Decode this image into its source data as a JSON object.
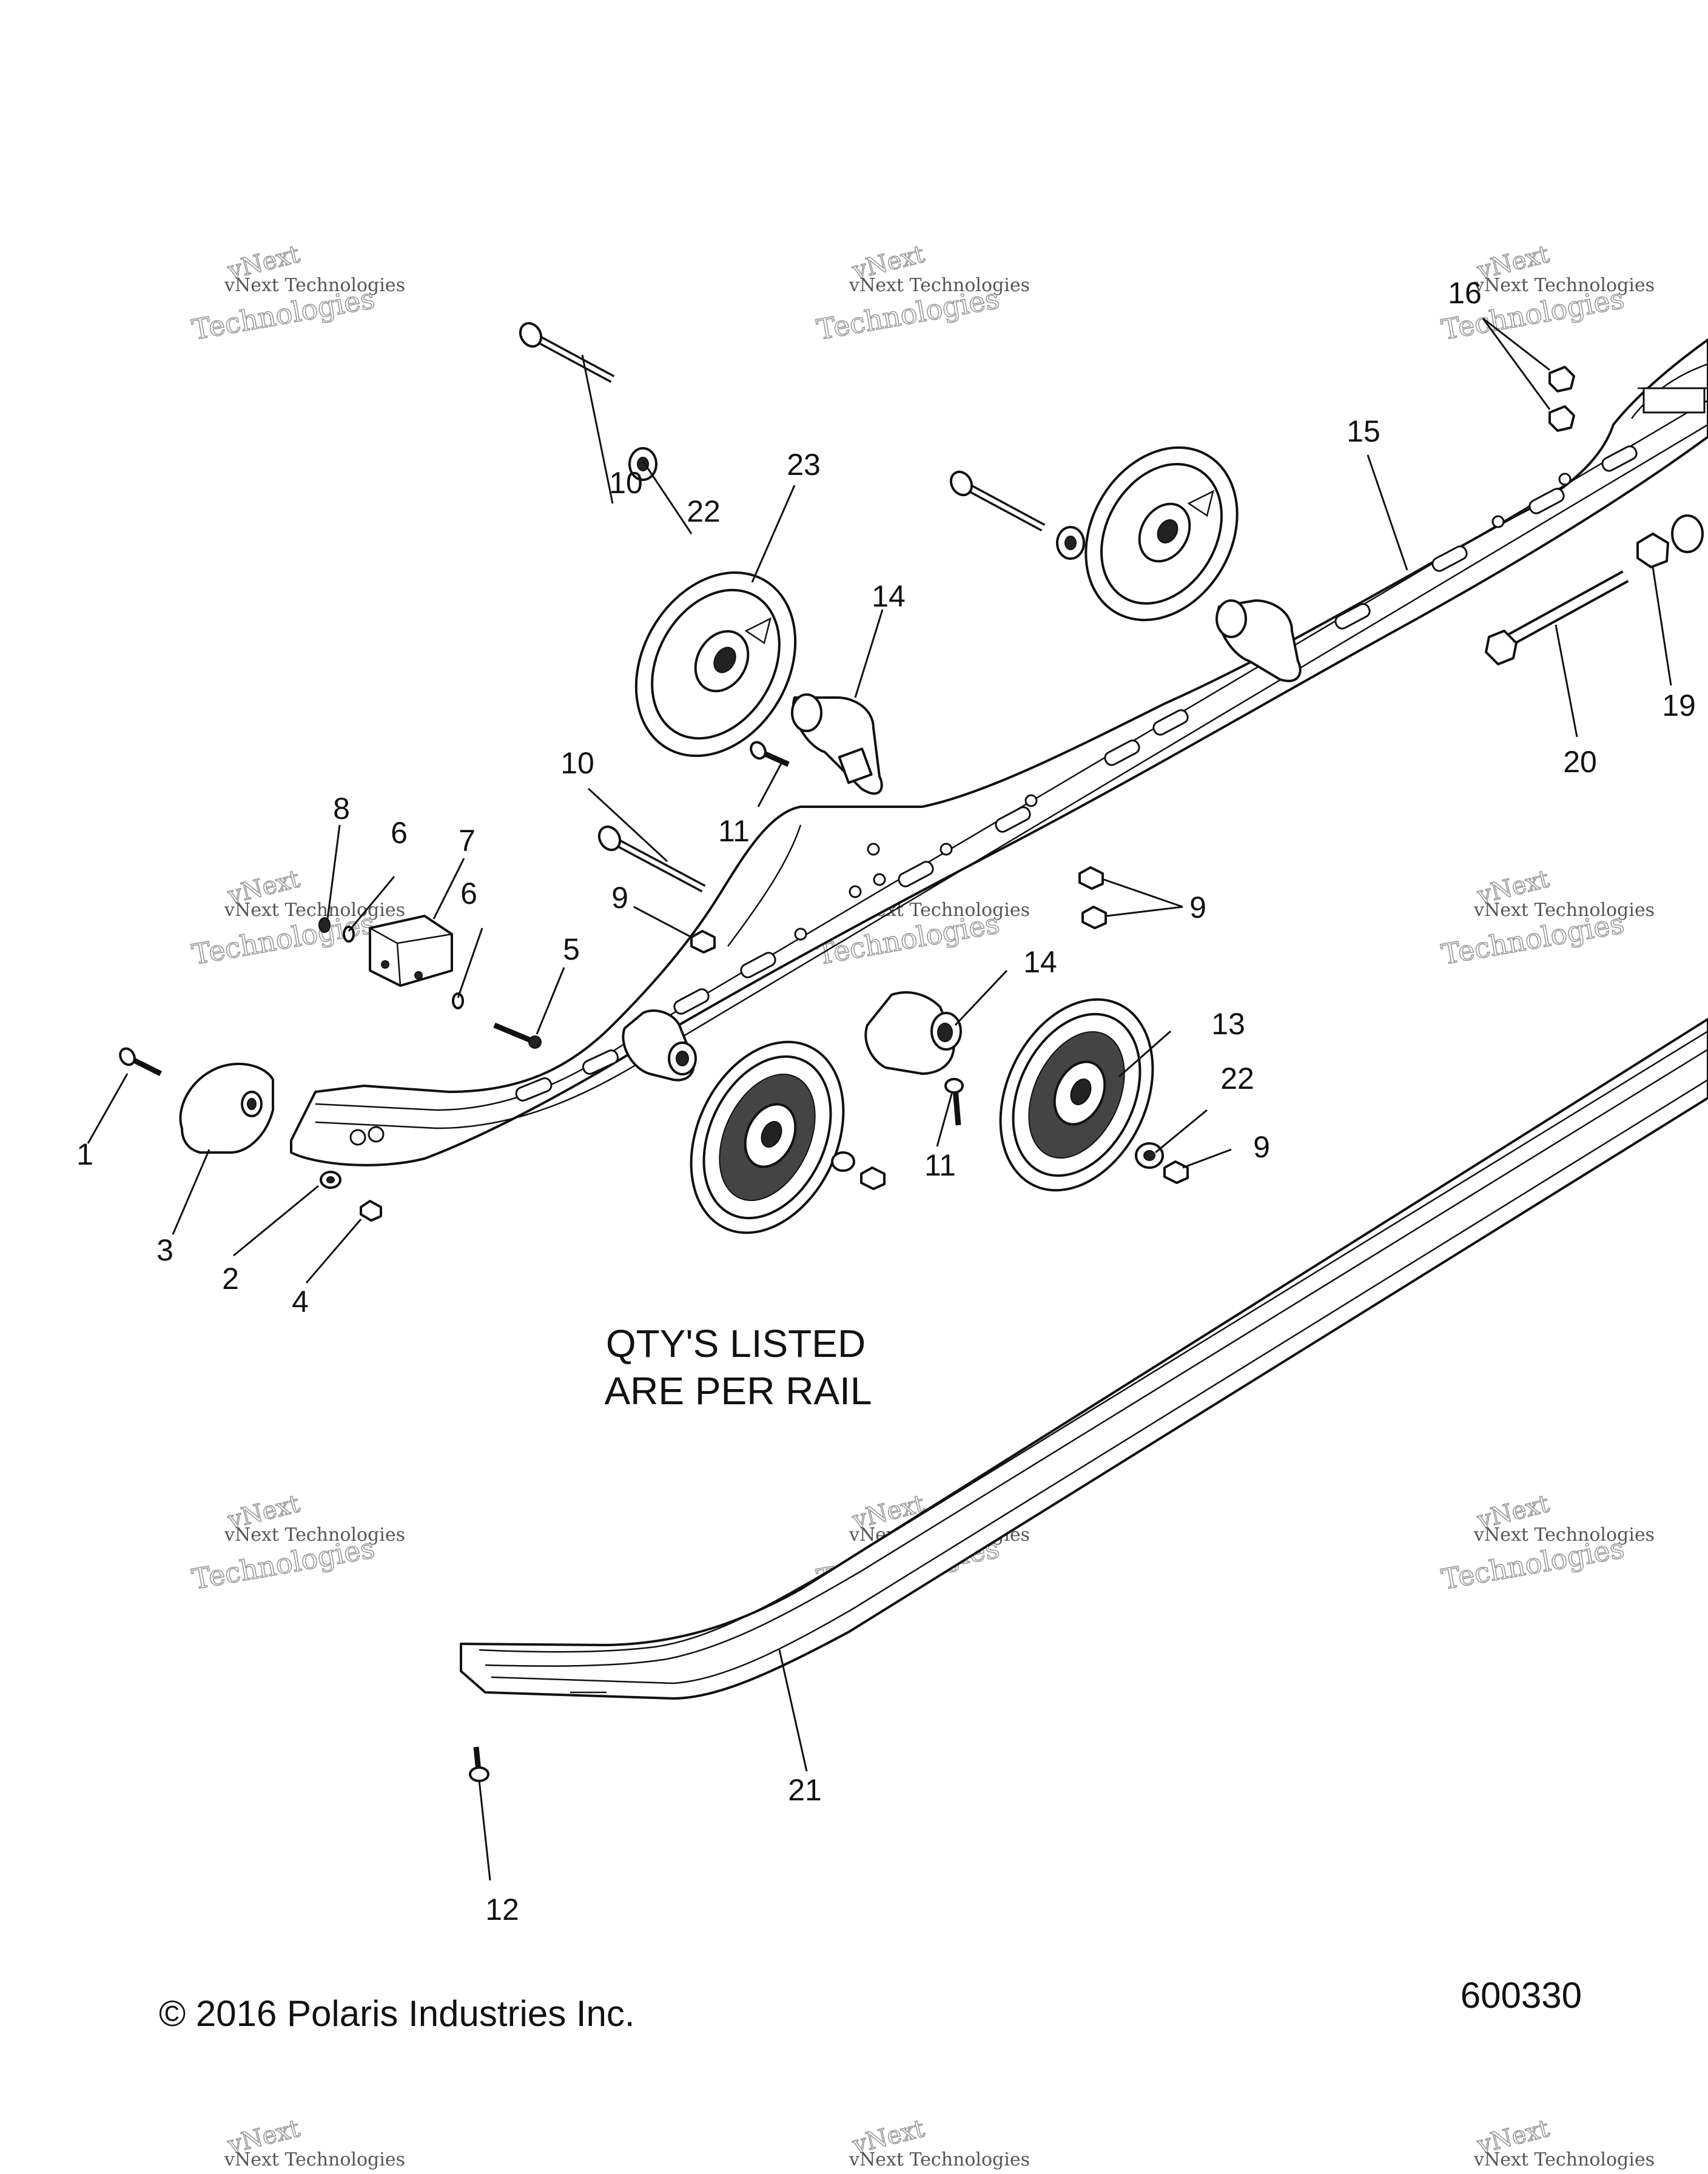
{
  "diagram": {
    "note_lines": [
      "QTY'S LISTED",
      "ARE PER RAIL"
    ],
    "copyright": "© 2016 Polaris Industries Inc.",
    "figure_number": "600330",
    "watermark": {
      "top": "vNext",
      "middle": "vNext Technologies",
      "bottom": "Technologies"
    },
    "callouts": [
      {
        "id": "c1",
        "label": "1"
      },
      {
        "id": "c2",
        "label": "2"
      },
      {
        "id": "c3",
        "label": "3"
      },
      {
        "id": "c4",
        "label": "4"
      },
      {
        "id": "c5",
        "label": "5"
      },
      {
        "id": "c6a",
        "label": "6"
      },
      {
        "id": "c6b",
        "label": "6"
      },
      {
        "id": "c7",
        "label": "7"
      },
      {
        "id": "c8",
        "label": "8"
      },
      {
        "id": "c9a",
        "label": "9"
      },
      {
        "id": "c9b",
        "label": "9"
      },
      {
        "id": "c9c",
        "label": "9"
      },
      {
        "id": "c10a",
        "label": "10"
      },
      {
        "id": "c10b",
        "label": "10"
      },
      {
        "id": "c11a",
        "label": "11"
      },
      {
        "id": "c11b",
        "label": "11"
      },
      {
        "id": "c12",
        "label": "12"
      },
      {
        "id": "c13",
        "label": "13"
      },
      {
        "id": "c14a",
        "label": "14"
      },
      {
        "id": "c14b",
        "label": "14"
      },
      {
        "id": "c15",
        "label": "15"
      },
      {
        "id": "c16",
        "label": "16"
      },
      {
        "id": "c19",
        "label": "19"
      },
      {
        "id": "c20",
        "label": "20"
      },
      {
        "id": "c21",
        "label": "21"
      },
      {
        "id": "c22a",
        "label": "22"
      },
      {
        "id": "c22b",
        "label": "22"
      },
      {
        "id": "c23",
        "label": "23"
      }
    ]
  }
}
